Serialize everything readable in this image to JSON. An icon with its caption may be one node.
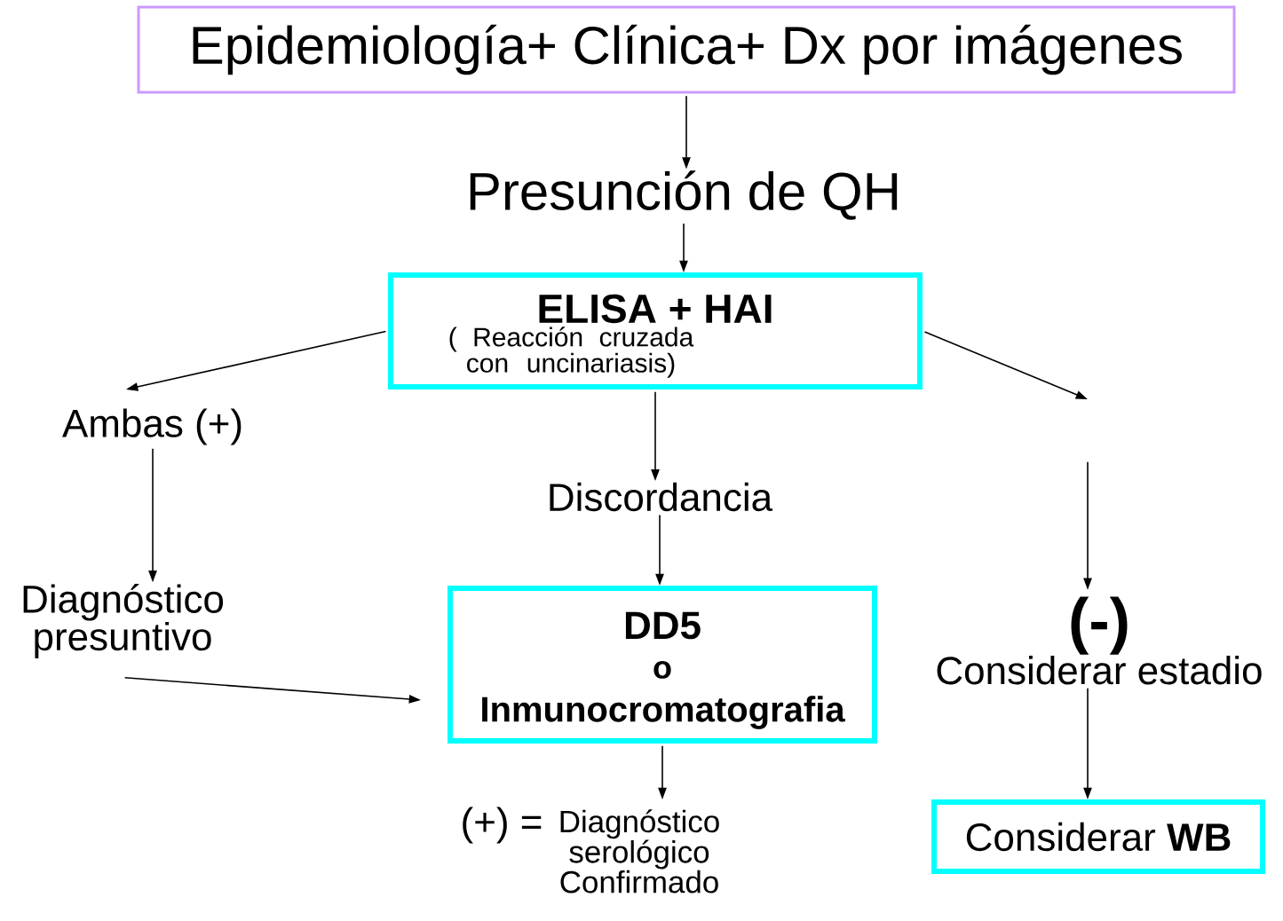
{
  "diagram": {
    "nodes": [
      {
        "text": [
          "Epidemiología+ Clínica+ Dx por imágenes"
        ]
      },
      {
        "text": [
          "Presunción de QH"
        ]
      },
      {
        "text": [
          "ELISA + HAI",
          "( Reacción cruzada con uncinariasis)"
        ]
      },
      {
        "text": [
          "Ambas (+)"
        ]
      },
      {
        "text": [
          "Discordancia"
        ]
      },
      {
        "text": [
          "Diagnóstico presuntivo"
        ]
      },
      {
        "text": [
          "DD5",
          "o",
          "Inmunocromatografia"
        ]
      },
      {
        "text": [
          "(+) =",
          "Diagnóstico serológico Confirmado"
        ]
      },
      {
        "text": [
          "(-)",
          "Considerar estadio"
        ]
      },
      {
        "text": [
          "Considerar **WB**"
        ]
      }
    ],
    "edges": [
      {
        "from": 0,
        "to": 1,
        "arrow": "to"
      },
      {
        "from": 1,
        "to": 2,
        "arrow": "to"
      },
      {
        "from": 2,
        "to": 3,
        "arrow": "to"
      },
      {
        "from": 2,
        "to": 4,
        "arrow": "to"
      },
      {
        "from": 2,
        "to": null,
        "arrow": "to"
      },
      {
        "from": 3,
        "to": 5,
        "arrow": "to"
      },
      {
        "from": 4,
        "to": 6,
        "arrow": "to"
      },
      {
        "from": 5,
        "to": 6,
        "arrow": "to"
      },
      {
        "from": null,
        "to": 8,
        "arrow": "to"
      },
      {
        "from": 6,
        "to": 7,
        "arrow": "to"
      },
      {
        "from": 8,
        "to": 9,
        "arrow": "to"
      }
    ]
  }
}
